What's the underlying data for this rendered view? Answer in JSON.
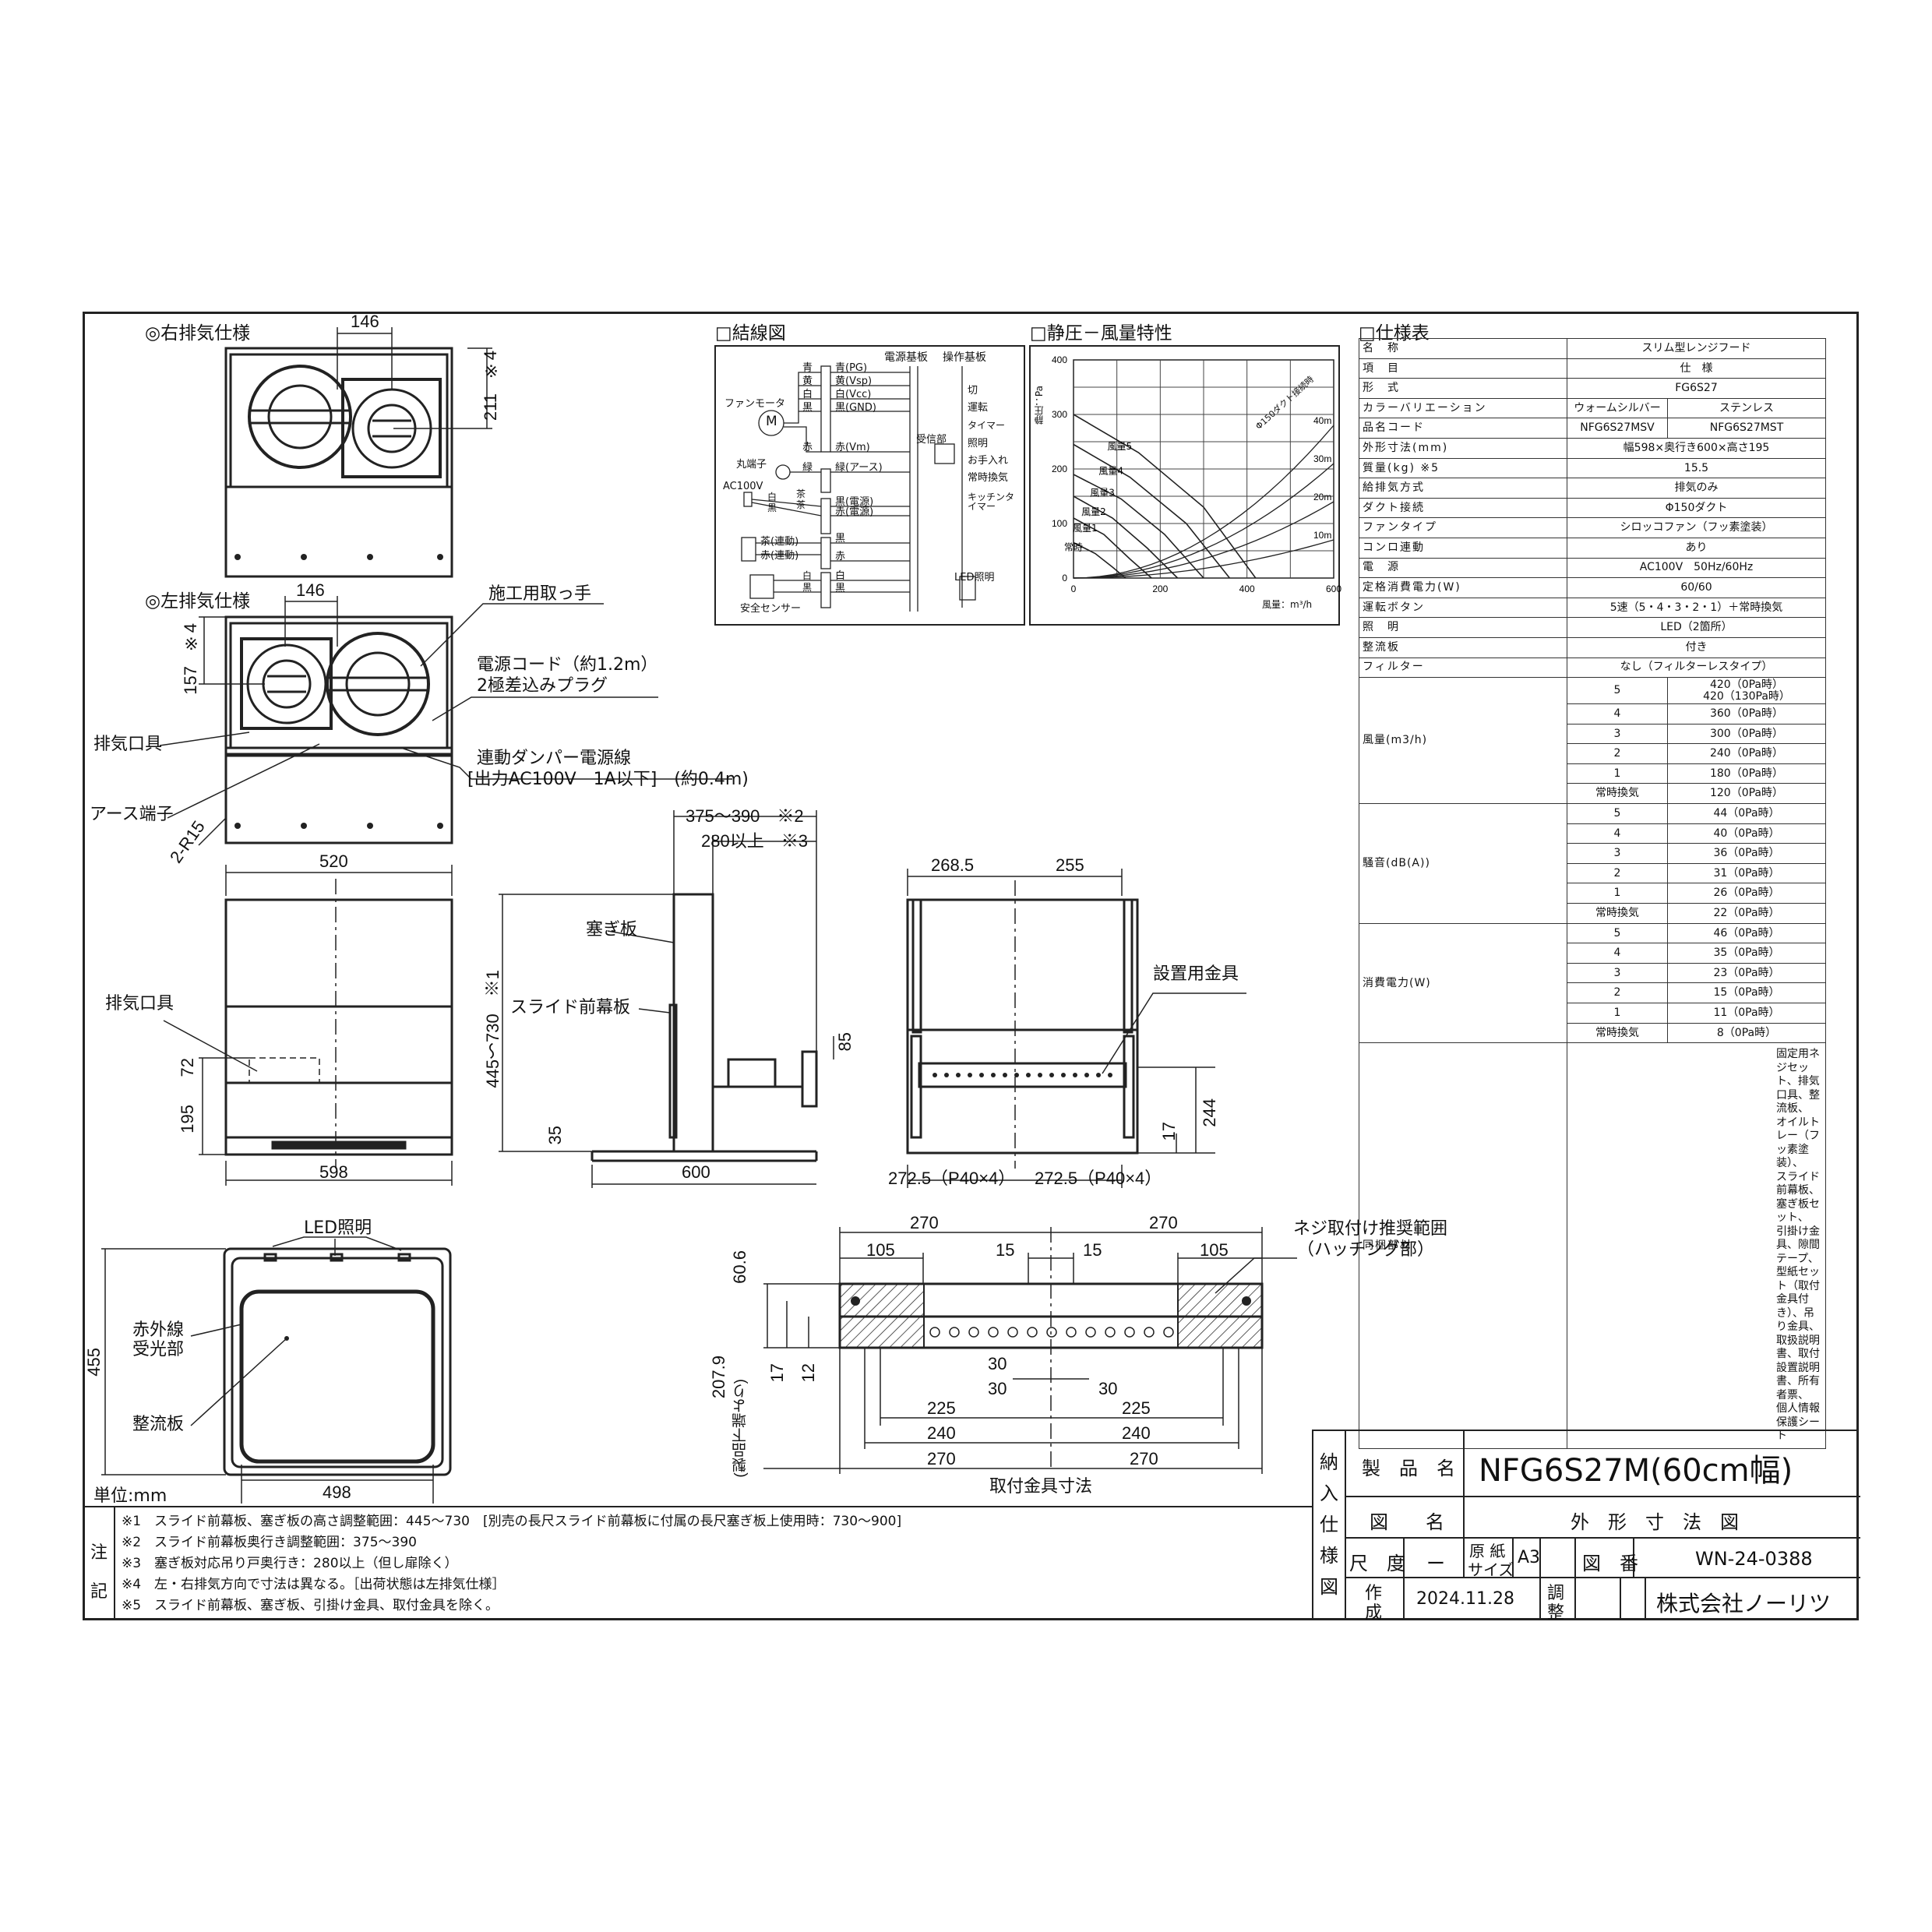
{
  "views": {
    "right_exhaust_title": "◎右排気仕様",
    "left_exhaust_title": "◎左排気仕様",
    "dims_top": {
      "d146a": "146",
      "d211": "211",
      "x4a": "※4",
      "d146b": "146",
      "d157": "157",
      "x4b": "※4",
      "r15": "2-R15"
    },
    "callouts": {
      "handle": "施工用取っ手",
      "cord1": "電源コード（約1.2m）",
      "cord2": "2極差込みプラグ",
      "exhaust_port": "排気口具",
      "damper1": "連動ダンパー電源線",
      "damper2": "[出力AC100V　1A以下]　(約0.4m)",
      "earth": "アース端子",
      "exhaust_port2": "排気口具",
      "closing_board": "塞ぎ板",
      "slide_panel": "スライド前幕板",
      "mount_bracket": "設置用金具",
      "led": "LED照明",
      "ir1": "赤外線",
      "ir2": "受光部",
      "straightener": "整流板",
      "screw_range1": "ネジ取付け推奨範囲",
      "screw_range2": "（ハッチング部）",
      "bracket_dims": "取付金具寸法",
      "unit": "単位:mm"
    },
    "front_dims": {
      "w520": "520",
      "w598": "598",
      "h72": "72",
      "h195": "195"
    },
    "side_dims": {
      "d375": "375～390　※2",
      "d280": "280以上　※3",
      "h445": "445～730　※1",
      "d85": "85",
      "d35": "35",
      "d600": "600"
    },
    "back_dims": {
      "d268": "268.5",
      "d255": "255",
      "d244": "244",
      "d17": "17",
      "dp1": "272.5（P40×4）",
      "dp2": "272.5（P40×4）"
    },
    "bottom_dims": {
      "d455": "455",
      "d498": "498"
    },
    "bracket": {
      "d270a": "270",
      "d270b": "270",
      "d105a": "105",
      "d15a": "15",
      "d15b": "15",
      "d105b": "105",
      "d60": "60.6",
      "d17": "17",
      "d12": "12",
      "d30a": "30",
      "d30b": "30",
      "d30c": "30",
      "d225a": "225",
      "d225b": "225",
      "d240a": "240",
      "d240b": "240",
      "d270c": "270",
      "d270d": "270",
      "d207": "207.9",
      "d207sub": "(製品下端より)"
    }
  },
  "wiring": {
    "title": "□結線図",
    "board_power": "電源基板",
    "board_op": "操作基板",
    "fan_motor": "ファンモータ",
    "motor": "M",
    "wires": [
      "青",
      "黄",
      "白",
      "黒",
      "赤",
      "緑"
    ],
    "pins": [
      "青(PG)",
      "黄(Vsp)",
      "白(Vcc)",
      "黒(GND)",
      "赤(Vm)",
      "緑(アース)",
      "黒(電源)",
      "赤(電源)",
      "黒",
      "赤",
      "白",
      "黒"
    ],
    "earth": "丸端子",
    "ac": "AC100V",
    "bw": [
      "白",
      "黒"
    ],
    "cc": [
      "茶",
      "茶"
    ],
    "link1": "茶(連動)",
    "link2": "赤(連動)",
    "sensor": "安全センサー",
    "shw": [
      "白",
      "黒"
    ],
    "receiver": "受信部",
    "ops": [
      "切",
      "運転",
      "タイマー",
      "照明",
      "お手入れ",
      "常時換気",
      "キッチンタイマー"
    ],
    "led": "LED照明"
  },
  "chart_data": {
    "type": "line",
    "title": "□静圧－風量特性",
    "xlabel": "風量：m³/h",
    "ylabel": "静圧：Pa",
    "xlim": [
      0,
      600
    ],
    "ylim": [
      0,
      400
    ],
    "xticks": [
      "0",
      "200",
      "400",
      "600"
    ],
    "yticks": [
      "0",
      "100",
      "200",
      "300",
      "400"
    ],
    "grid": true,
    "series": [
      {
        "name": "風量5",
        "x": [
          0,
          150,
          300,
          420
        ],
        "y": [
          300,
          230,
          130,
          0
        ]
      },
      {
        "name": "風量4",
        "x": [
          0,
          130,
          260,
          360
        ],
        "y": [
          245,
          185,
          100,
          0
        ]
      },
      {
        "name": "風量3",
        "x": [
          0,
          110,
          210,
          300
        ],
        "y": [
          190,
          145,
          80,
          0
        ]
      },
      {
        "name": "風量2",
        "x": [
          0,
          90,
          170,
          240
        ],
        "y": [
          150,
          110,
          55,
          0
        ]
      },
      {
        "name": "風量1",
        "x": [
          0,
          70,
          130,
          180
        ],
        "y": [
          110,
          80,
          35,
          0
        ]
      },
      {
        "name": "常時",
        "x": [
          0,
          50,
          90,
          120
        ],
        "y": [
          65,
          45,
          20,
          0
        ]
      }
    ],
    "duct_curves": [
      {
        "name": "10m",
        "x": [
          0,
          600
        ],
        "y": [
          0,
          70
        ]
      },
      {
        "name": "20m",
        "x": [
          0,
          600
        ],
        "y": [
          0,
          140
        ]
      },
      {
        "name": "30m",
        "x": [
          0,
          600
        ],
        "y": [
          0,
          210
        ]
      },
      {
        "name": "40m",
        "x": [
          0,
          600
        ],
        "y": [
          0,
          280
        ]
      }
    ],
    "duct_label": "Φ150ダクト接続時"
  },
  "spec": {
    "title": "□仕様表",
    "rows": [
      {
        "k": "名　称",
        "v": "スリム型レンジフード"
      },
      {
        "k": "項　目",
        "v": "仕　様"
      },
      {
        "k": "形　式",
        "v": "FG6S27"
      },
      {
        "k": "カラーバリエーション",
        "v1": "ウォームシルバー",
        "v2": "ステンレス"
      },
      {
        "k": "品名コード",
        "v1": "NFG6S27MSV",
        "v2": "NFG6S27MST"
      },
      {
        "k": "外形寸法(mm)",
        "v": "幅598×奥行き600×高さ195"
      },
      {
        "k": "質量(kg) ※5",
        "v": "15.5"
      },
      {
        "k": "給排気方式",
        "v": "排気のみ"
      },
      {
        "k": "ダクト接続",
        "v": "Φ150ダクト"
      },
      {
        "k": "ファンタイプ",
        "v": "シロッコファン（フッ素塗装）"
      },
      {
        "k": "コンロ連動",
        "v": "あり"
      },
      {
        "k": "電　源",
        "v": "AC100V　50Hz/60Hz"
      },
      {
        "k": "定格消費電力(W)",
        "v": "60/60"
      },
      {
        "k": "運転ボタン",
        "v": "5速（5・4・3・2・1）＋常時換気"
      },
      {
        "k": "照　明",
        "v": "LED（2箇所）"
      },
      {
        "k": "整流板",
        "v": "付き"
      },
      {
        "k": "フィルター",
        "v": "なし（フィルターレスタイプ）"
      }
    ],
    "groups": [
      {
        "k": "風量(m3/h)",
        "rows": [
          [
            "5",
            "420（0Pa時）\n420（130Pa時）"
          ],
          [
            "4",
            "360（0Pa時）"
          ],
          [
            "3",
            "300（0Pa時）"
          ],
          [
            "2",
            "240（0Pa時）"
          ],
          [
            "1",
            "180（0Pa時）"
          ],
          [
            "常時換気",
            "120（0Pa時）"
          ]
        ]
      },
      {
        "k": "騒音(dB(A))",
        "rows": [
          [
            "5",
            "44（0Pa時）"
          ],
          [
            "4",
            "40（0Pa時）"
          ],
          [
            "3",
            "36（0Pa時）"
          ],
          [
            "2",
            "31（0Pa時）"
          ],
          [
            "1",
            "26（0Pa時）"
          ],
          [
            "常時換気",
            "22（0Pa時）"
          ]
        ]
      },
      {
        "k": "消費電力(W)",
        "rows": [
          [
            "5",
            "46（0Pa時）"
          ],
          [
            "4",
            "35（0Pa時）"
          ],
          [
            "3",
            "23（0Pa時）"
          ],
          [
            "2",
            "15（0Pa時）"
          ],
          [
            "1",
            "11（0Pa時）"
          ],
          [
            "常時換気",
            "8（0Pa時）"
          ]
        ]
      }
    ],
    "bundled_k": "同梱部材",
    "bundled_v": "固定用ネジセット、排気口具、整流板、\nオイルトレー（フッ素塗装）、\nスライド前幕板、塞ぎ板セット、\n引掛け金具、隙間テープ、\n型紙セット（取付金具付き）、吊り金具、\n取扱説明書、取付設置説明書、所有者票、\n個人情報保護シート"
  },
  "notes": {
    "label": [
      "注",
      "記"
    ],
    "lines": [
      "※1　スライド前幕板、塞ぎ板の高さ調整範囲：445～730　[別売の長尺スライド前幕板に付属の長尺塞ぎ板上使用時：730～900]",
      "※2　スライド前幕板奥行き調整範囲：375～390",
      "※3　塞ぎ板対応吊り戸奥行き：280以上（但し扉除く）",
      "※4　左・右排気方向で寸法は異なる。［出荷状態は左排気仕様］",
      "※5　スライド前幕板、塞ぎ板、引掛け金具、取付金具を除く。"
    ]
  },
  "titleblock": {
    "side": [
      "納",
      "入",
      "仕",
      "様",
      "図"
    ],
    "product_k": "製　品　名",
    "product_v": "NFG6S27M(60cm幅)",
    "drawing_k": "図　　名",
    "drawing_v": "外　形　寸　法　図",
    "scale_k": "尺　度",
    "scale_v": "ー",
    "paper_k1": "原 紙",
    "paper_k2": "サイズ",
    "paper_v": "A3",
    "num_k": "図　番",
    "num_v": "WN-24-0388",
    "made_k1": "作",
    "made_k2": "成",
    "made_v": "2024.11.28",
    "adj_k1": "調",
    "adj_k2": "整",
    "company": "株式会社ノーリツ"
  }
}
